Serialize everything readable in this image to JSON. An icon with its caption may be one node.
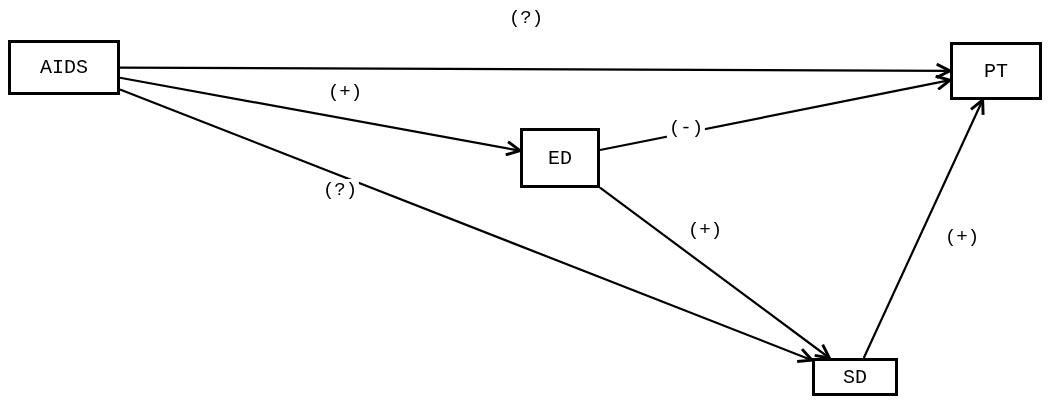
{
  "diagram": {
    "nodes": [
      {
        "text": [
          "AIDS"
        ]
      },
      {
        "text": [
          "ED"
        ]
      },
      {
        "text": [
          "PT"
        ]
      },
      {
        "text": [
          "SD"
        ]
      }
    ],
    "edges": [
      {
        "from": 0,
        "to": 2,
        "arrow": "to",
        "label": "(?)"
      },
      {
        "from": 0,
        "to": 1,
        "arrow": "to",
        "label": "(+)"
      },
      {
        "from": 0,
        "to": 3,
        "arrow": "to",
        "label": "(?)"
      },
      {
        "from": 1,
        "to": 2,
        "arrow": "to",
        "label": "(-)"
      },
      {
        "from": 1,
        "to": 3,
        "arrow": "to",
        "label": "(+)"
      },
      {
        "from": 3,
        "to": 2,
        "arrow": "to",
        "label": "(+)"
      }
    ]
  }
}
